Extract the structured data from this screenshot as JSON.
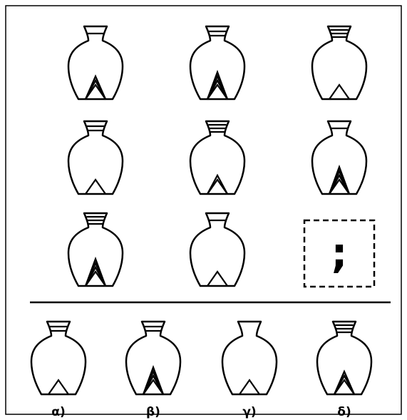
{
  "colors": {
    "stroke": "#000000",
    "background": "#ffffff"
  },
  "question_mark": ";",
  "grid": [
    {
      "neck_bands": 1,
      "base_triangles": 3
    },
    {
      "neck_bands": 2,
      "base_triangles": 4
    },
    {
      "neck_bands": 3,
      "base_triangles": 1
    },
    {
      "neck_bands": 2,
      "base_triangles": 1
    },
    {
      "neck_bands": 3,
      "base_triangles": 2
    },
    {
      "neck_bands": 1,
      "base_triangles": 4
    },
    {
      "neck_bands": 3,
      "base_triangles": 4
    },
    {
      "neck_bands": 1,
      "base_triangles": 1
    },
    {
      "neck_bands": null,
      "base_triangles": null,
      "missing": true
    }
  ],
  "options": [
    {
      "label": "α)",
      "neck_bands": 2,
      "base_triangles": 1
    },
    {
      "label": "β)",
      "neck_bands": 2,
      "base_triangles": 4
    },
    {
      "label": "γ)",
      "neck_bands": 0,
      "base_triangles": 1
    },
    {
      "label": "δ)",
      "neck_bands": 3,
      "base_triangles": 3
    }
  ]
}
